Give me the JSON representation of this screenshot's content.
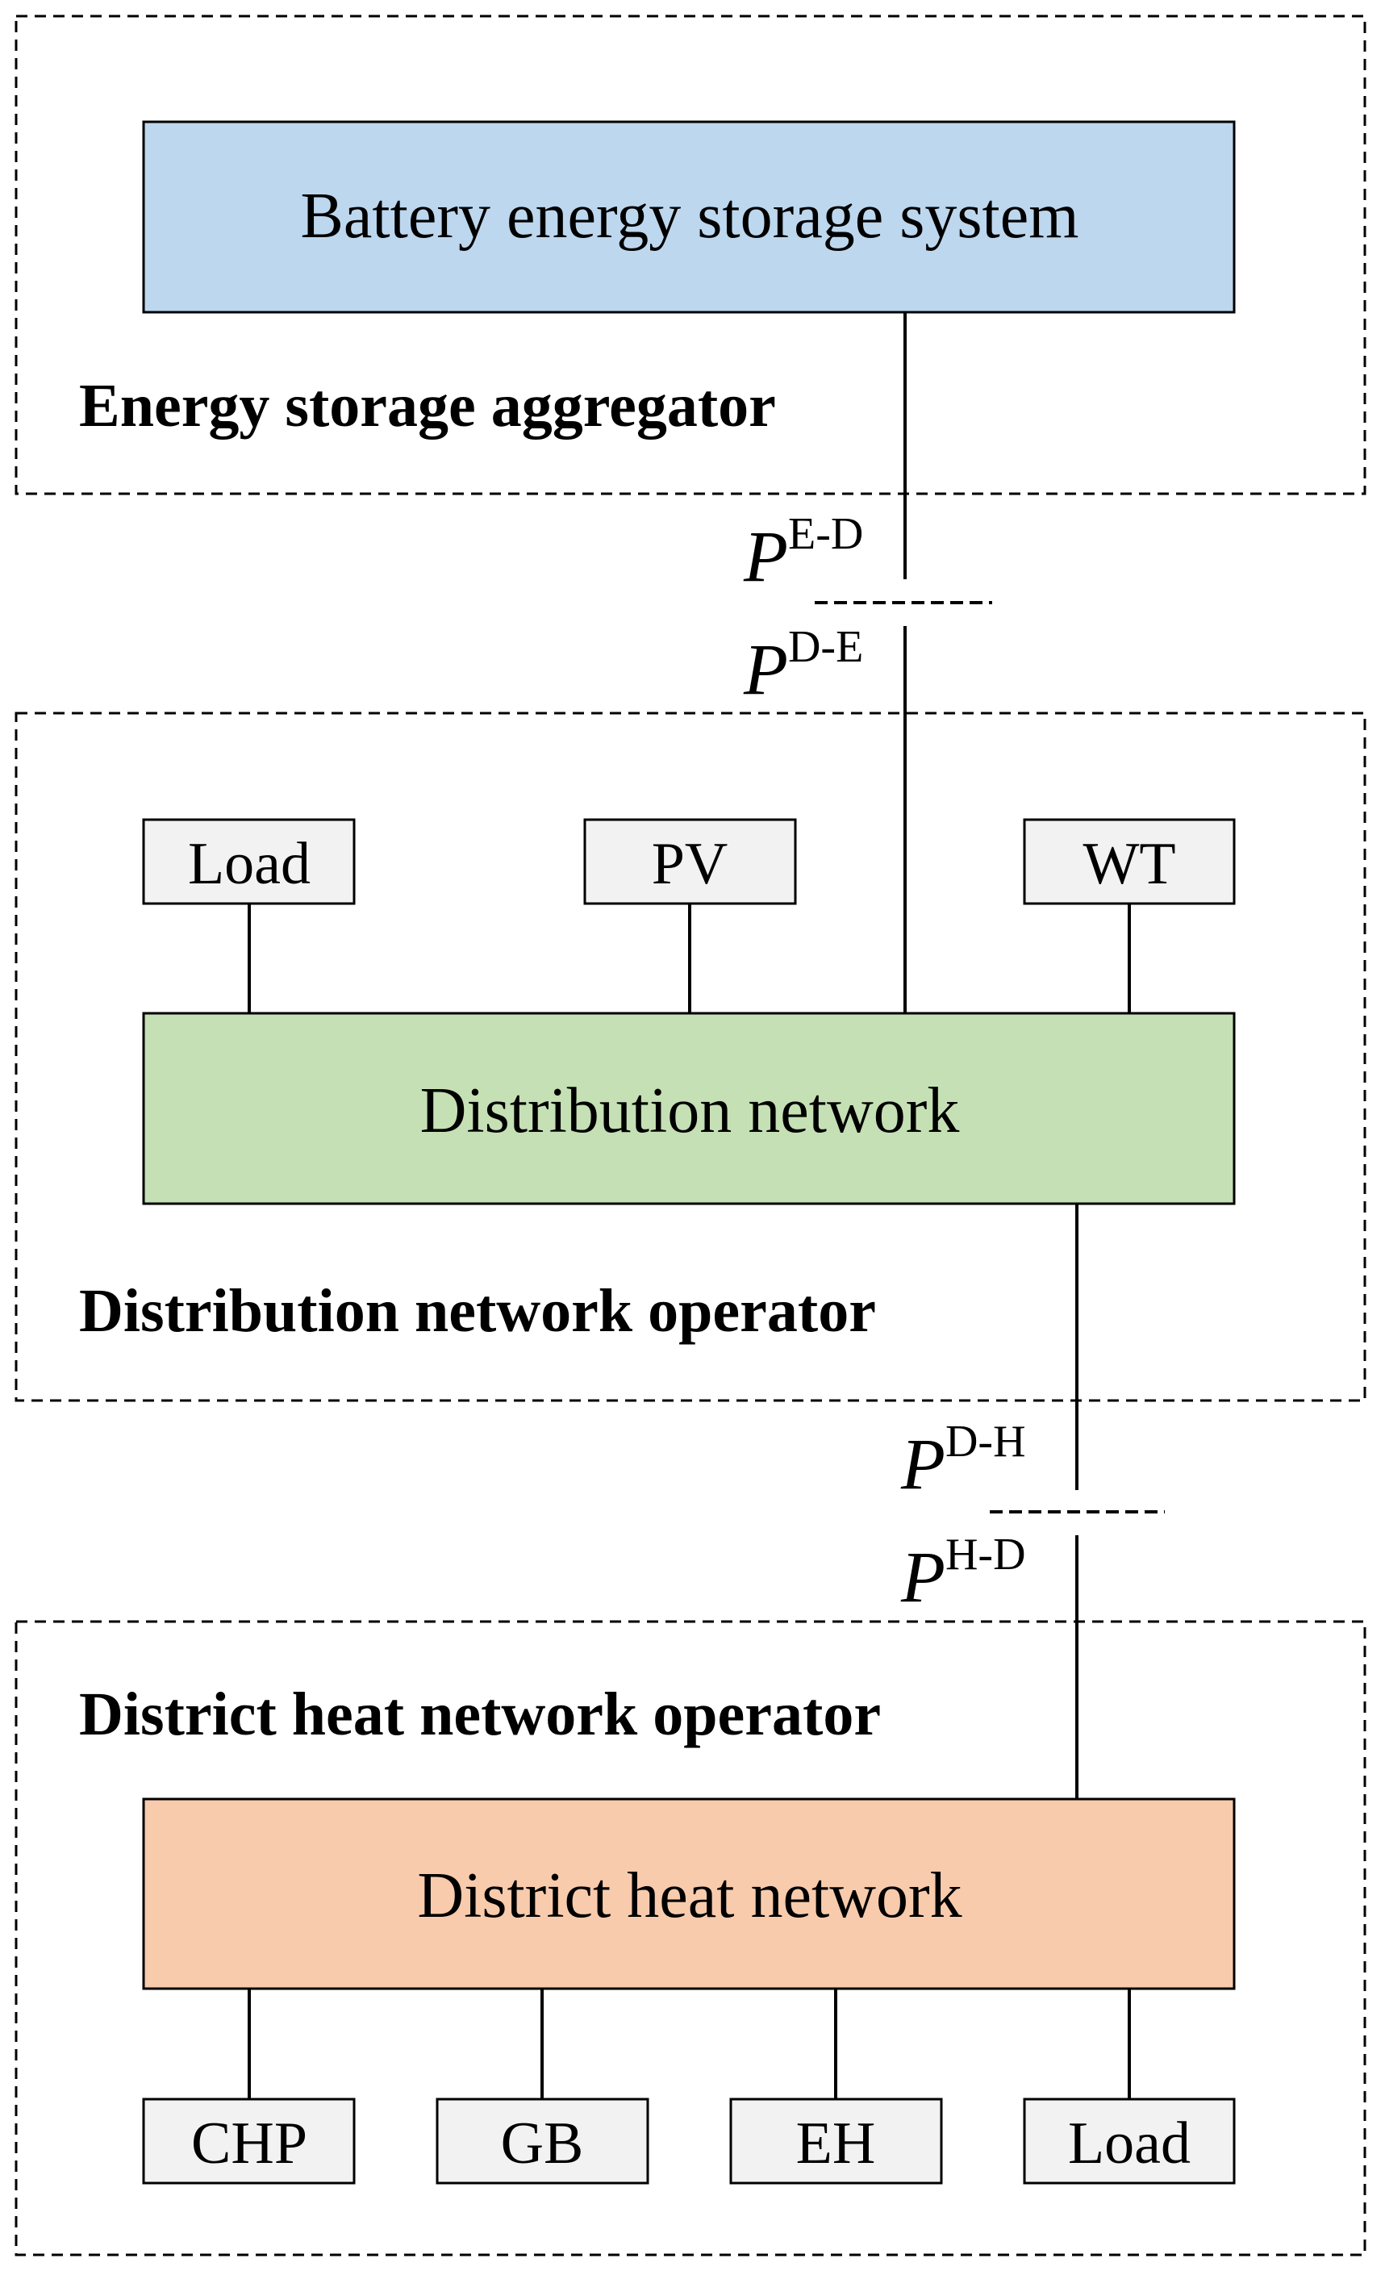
{
  "colors": {
    "bess_fill": "#bdd7ee",
    "distribution_fill": "#c5e0b4",
    "heat_fill": "#f8cbad",
    "small_box_fill": "#f2f2f2",
    "line": "#000000"
  },
  "energy_storage_aggregator": {
    "label": "Energy storage aggregator",
    "bess_label": "Battery energy storage system"
  },
  "exchange_ed": {
    "top_symbol": "P",
    "top_superscript": "E-D",
    "bottom_symbol": "P",
    "bottom_superscript": "D-E"
  },
  "distribution_network_operator": {
    "label": "Distribution network operator",
    "network_label": "Distribution network",
    "devices": [
      "Load",
      "PV",
      "WT"
    ]
  },
  "exchange_dh": {
    "top_symbol": "P",
    "top_superscript": "D-H",
    "bottom_symbol": "P",
    "bottom_superscript": "H-D"
  },
  "district_heat_network_operator": {
    "label": "District heat network operator",
    "network_label": "District heat network",
    "devices": [
      "CHP",
      "GB",
      "EH",
      "Load"
    ]
  }
}
